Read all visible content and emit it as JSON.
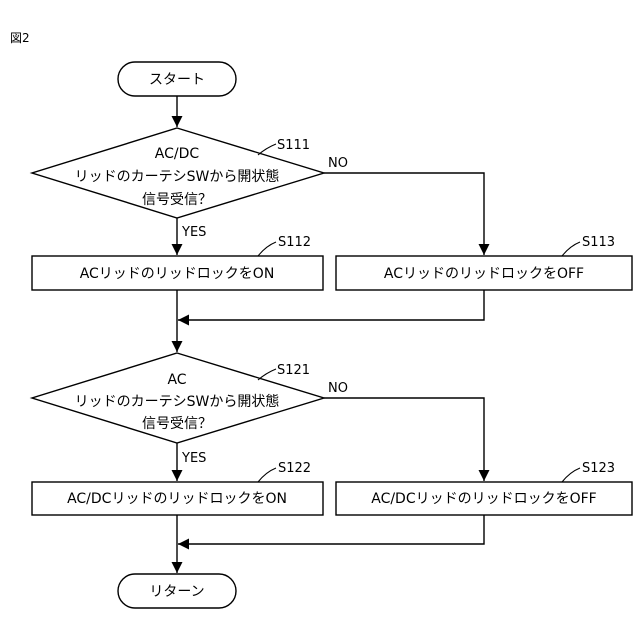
{
  "figure_label": "図2",
  "start": {
    "label": "スタート"
  },
  "end": {
    "label": "リターン"
  },
  "decision1": {
    "step": "S111",
    "lines": [
      "AC/DC",
      "リッドのカーテシSWから開状態",
      "信号受信？"
    ],
    "yes": "YES",
    "no": "NO"
  },
  "process_s112": {
    "step": "S112",
    "label": "ACリッドのリッドロックをON"
  },
  "process_s113": {
    "step": "S113",
    "label": "ACリッドのリッドロックをOFF"
  },
  "decision2": {
    "step": "S121",
    "lines": [
      "AC",
      "リッドのカーテシSWから開状態",
      "信号受信？"
    ],
    "yes": "YES",
    "no": "NO"
  },
  "process_s122": {
    "step": "S122",
    "label": "AC/DCリッドのリッドロックをON"
  },
  "process_s123": {
    "step": "S123",
    "label": "AC/DCリッドのリッドロックをOFF"
  }
}
